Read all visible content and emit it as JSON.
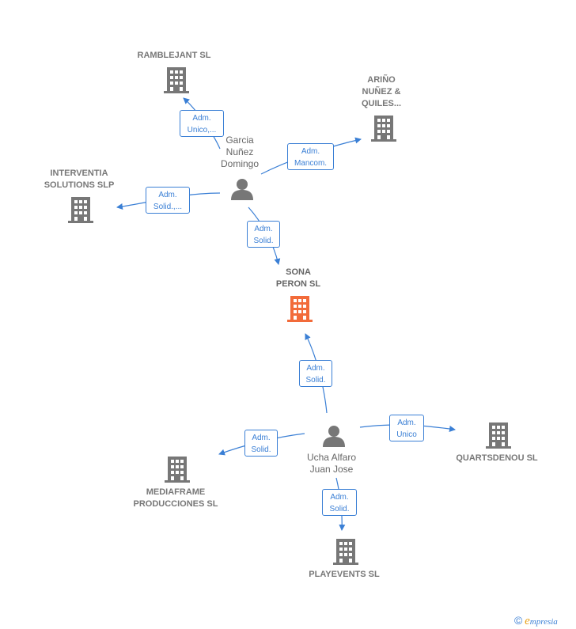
{
  "colors": {
    "edge": "#3a7fd5",
    "node_gray": "#777777",
    "node_main": "#f26b3a"
  },
  "nodes": {
    "ramblejant": {
      "label_lines": [
        "RAMBLEJANT SL"
      ],
      "icon": "building-icon"
    },
    "arino": {
      "label_lines": [
        "ARIÑO",
        "NUÑEZ &",
        "QUILES..."
      ],
      "icon": "building-icon"
    },
    "interventia": {
      "label_lines": [
        "INTERVENTIA",
        "SOLUTIONS  SLP"
      ],
      "icon": "building-icon"
    },
    "sona": {
      "label_lines": [
        "SONA",
        "PERON  SL"
      ],
      "icon": "building-icon"
    },
    "mediaframe": {
      "label_lines": [
        "MEDIAFRAME",
        "PRODUCCIONES SL"
      ],
      "icon": "building-icon"
    },
    "quartsdenou": {
      "label_lines": [
        "QUARTSDENOU SL"
      ],
      "icon": "building-icon"
    },
    "playevents": {
      "label_lines": [
        "PLAYEVENTS SL"
      ],
      "icon": "building-icon"
    },
    "garcia": {
      "label_lines": [
        "Garcia",
        "Nuñez",
        "Domingo"
      ],
      "icon": "person-icon"
    },
    "ucha": {
      "label_lines": [
        "Ucha Alfaro",
        "Juan Jose"
      ],
      "icon": "person-icon"
    }
  },
  "relations": {
    "garcia_ramblejant": [
      "Adm.",
      "Unico,..."
    ],
    "garcia_arino": [
      "Adm.",
      "Mancom."
    ],
    "garcia_interventia": [
      "Adm.",
      "Solid.,..."
    ],
    "garcia_sona": [
      "Adm.",
      "Solid."
    ],
    "ucha_sona": [
      "Adm.",
      "Solid."
    ],
    "ucha_mediaframe": [
      "Adm.",
      "Solid."
    ],
    "ucha_quartsdenou": [
      "Adm.",
      "Unico"
    ],
    "ucha_playevents": [
      "Adm.",
      "Solid."
    ]
  },
  "footer": {
    "copyright": "©",
    "brand_initial": "e",
    "brand_rest": "mpresia"
  }
}
